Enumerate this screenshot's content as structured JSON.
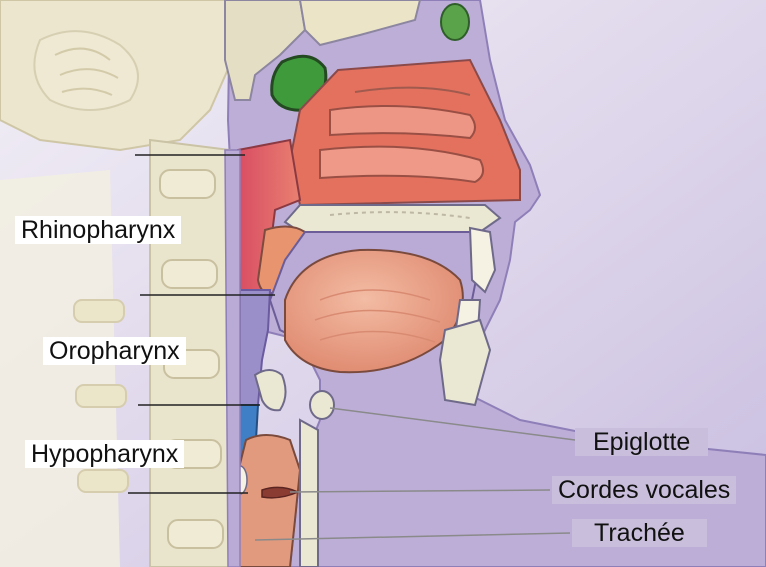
{
  "labels": {
    "rhinopharynx": "Rhinopharynx",
    "oropharynx": "Oropharynx",
    "hypopharynx": "Hypopharynx",
    "epiglotte": "Epiglotte",
    "cordes_vocales": "Cordes vocales",
    "trachee": "Trachée"
  },
  "colors": {
    "background_lilac": "#d8d0e6",
    "skin_lilac": "#b9aad6",
    "nasal_red": "#e2737a",
    "oropharynx_purple": "#9b8fc9",
    "hypopharynx_blue": "#3f7fc6",
    "sinus_green": "#3f9a3c",
    "tongue_salmon": "#e9a088",
    "bone_beige": "#eae7d2",
    "label_box_lilac": "#c9bfdc"
  }
}
